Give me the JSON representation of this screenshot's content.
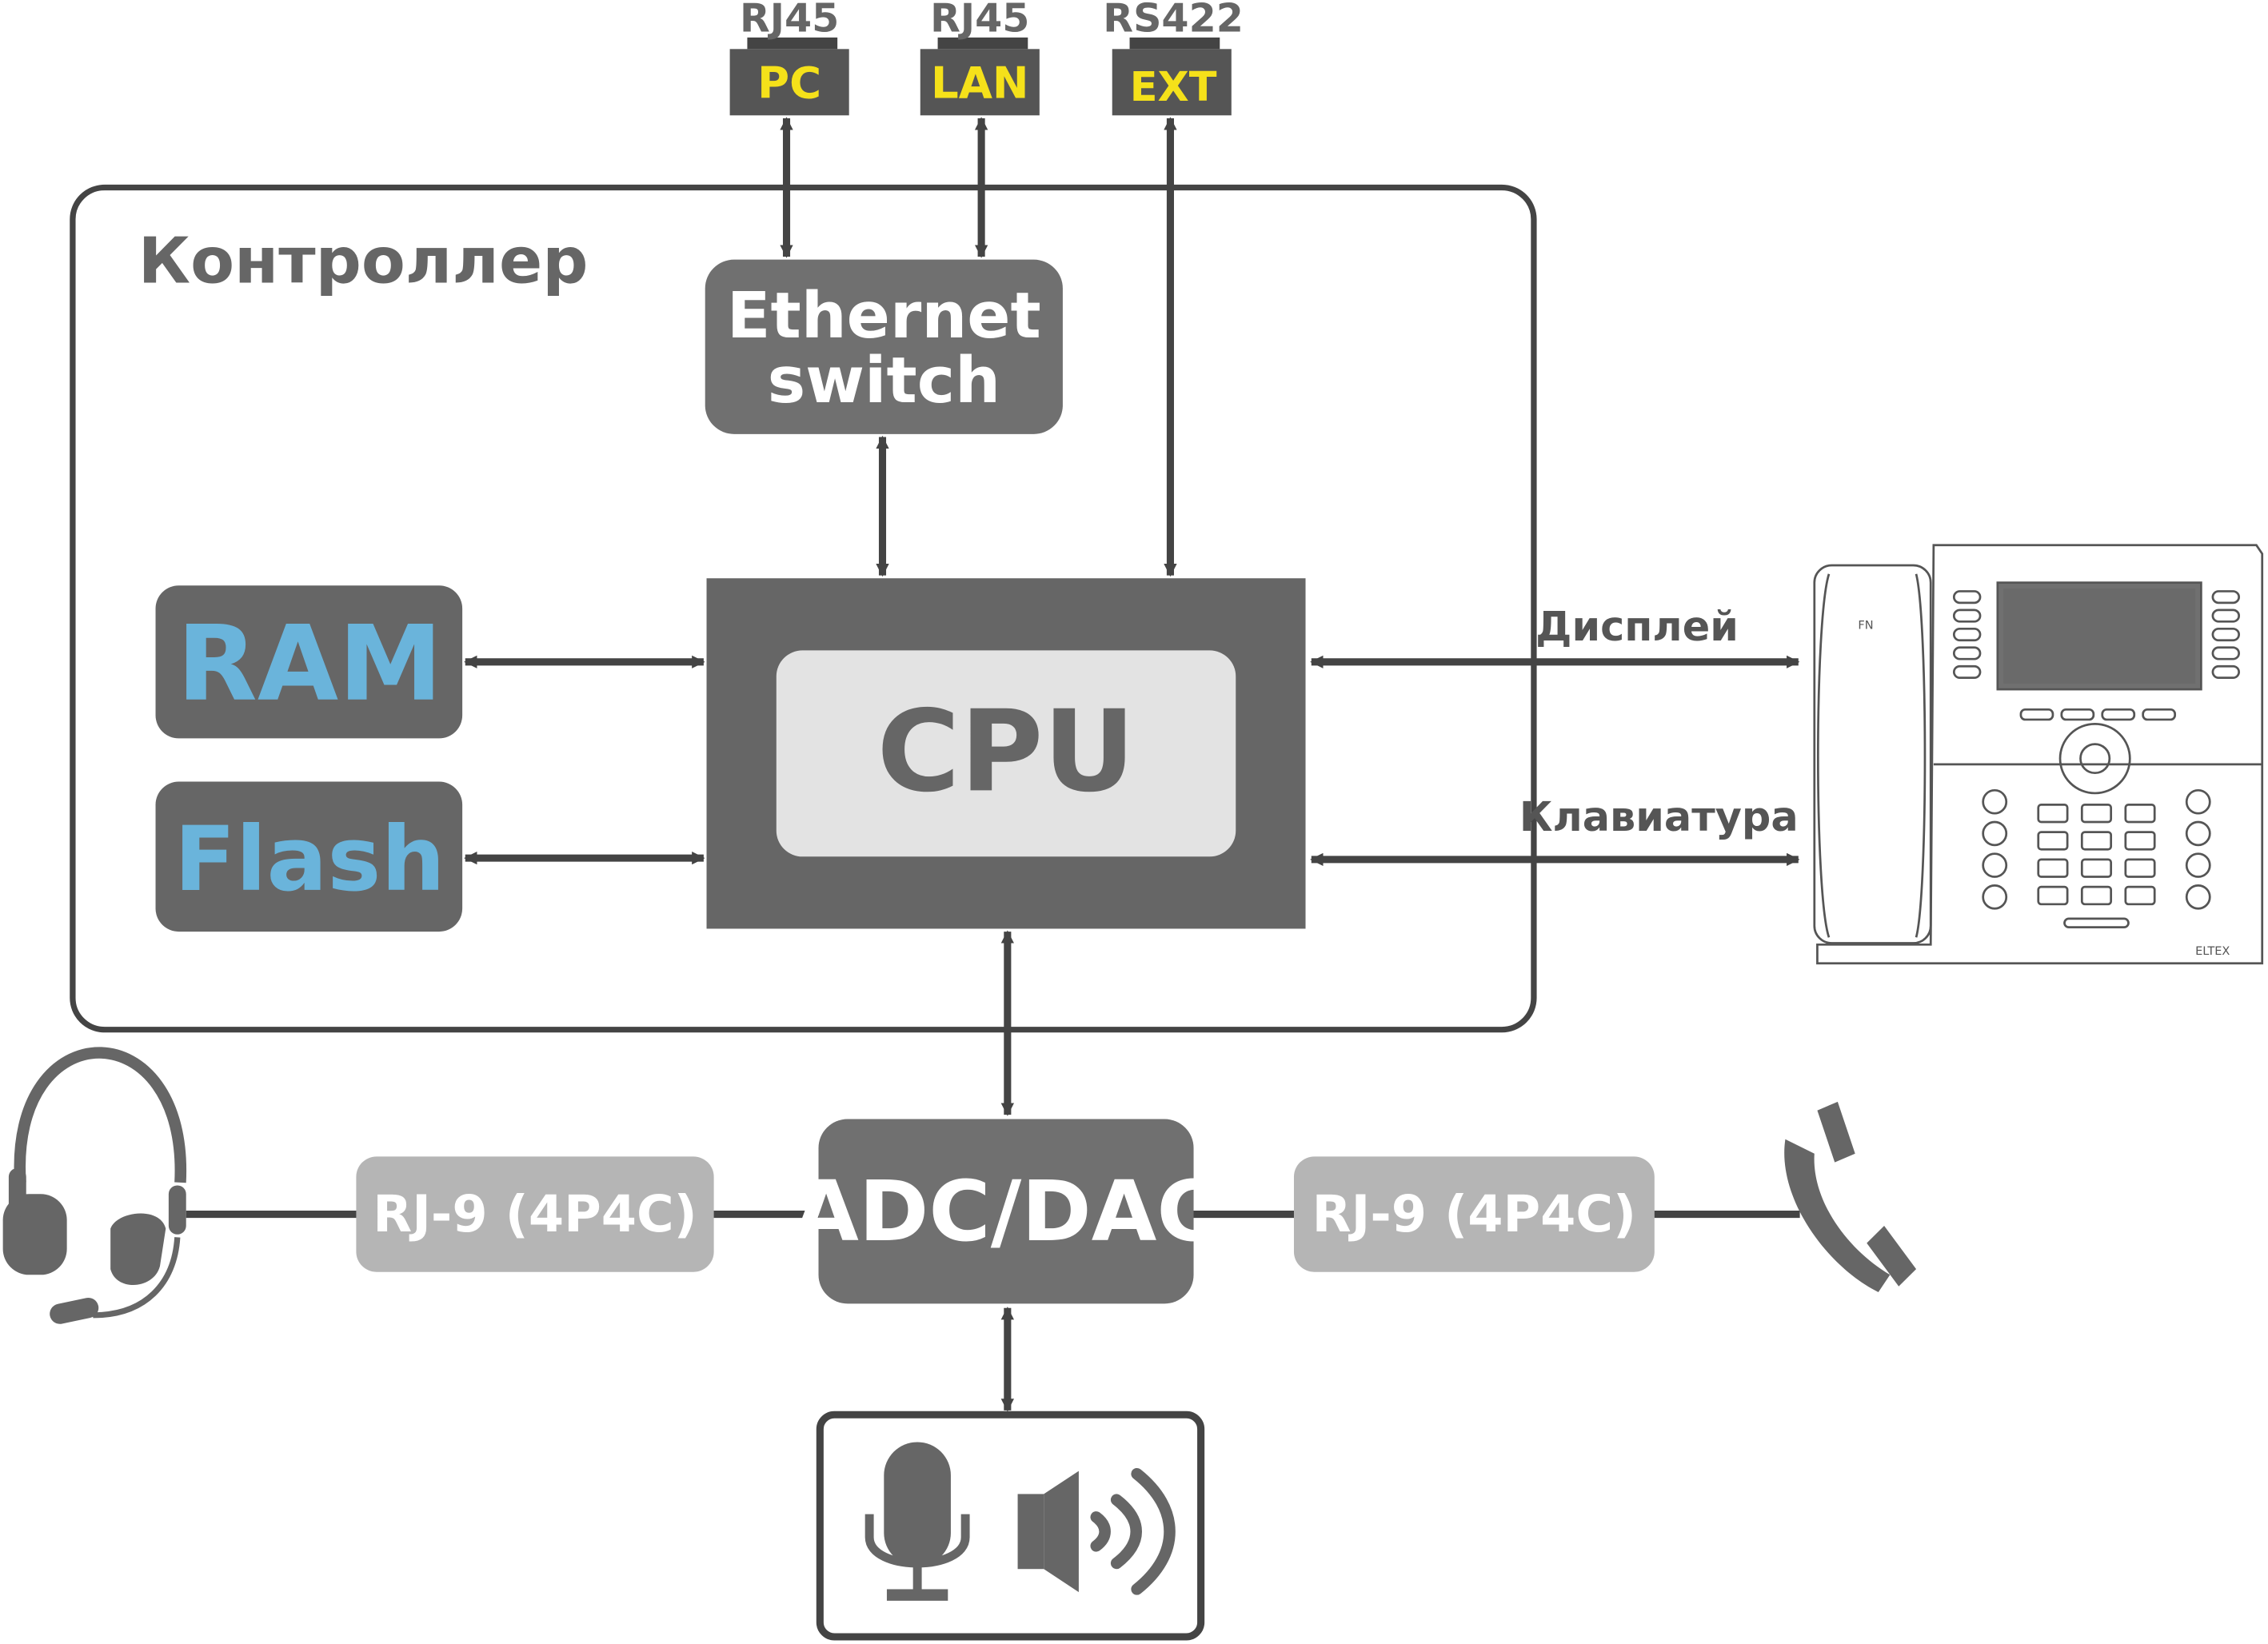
{
  "ports": [
    {
      "type": "RJ45",
      "name": "PC"
    },
    {
      "type": "RJ45",
      "name": "LAN"
    },
    {
      "type": "RS422",
      "name": "EXT"
    }
  ],
  "controller": {
    "title": "Контроллер",
    "switch_line1": "Ethernet",
    "switch_line2": "switch",
    "ram": "RAM",
    "flash": "Flash",
    "cpu": "CPU"
  },
  "links": {
    "display": "Дисплей",
    "keyboard": "Клавиатура"
  },
  "audio": {
    "codec": "ADC/DAC",
    "rj_left": "RJ-9 (4P4C)",
    "rj_right": "RJ-9 (4P4C)"
  },
  "colors": {
    "block_dark": "#666666",
    "block_mid": "#707070",
    "block_light": "#b5b5b5",
    "cpu_inner": "#e3e3e3",
    "memory_text": "#6ab4db",
    "port_text": "#f5e11a"
  }
}
